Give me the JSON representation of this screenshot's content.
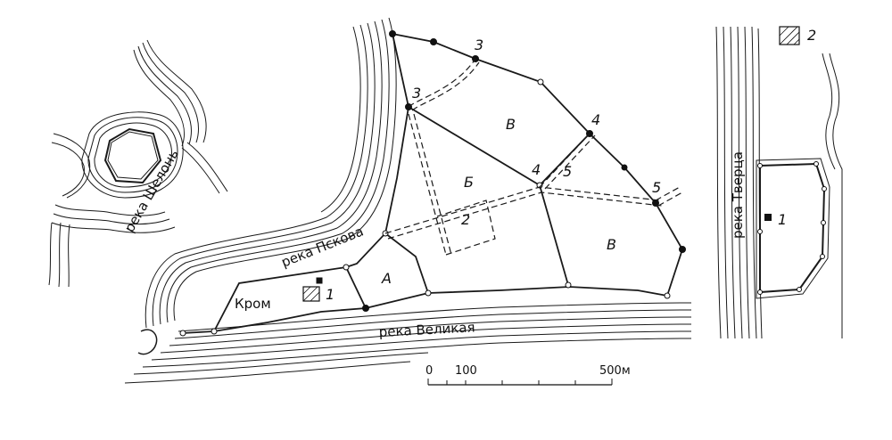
{
  "left_map": {
    "river_label": "река Шелонь"
  },
  "center_map": {
    "river_pskova_label": "река Псковa",
    "river_velikaya_label": "река Великая",
    "kremlin_label": "Кром",
    "zone_labels": {
      "a": "А",
      "b": "Б",
      "v_top": "В",
      "v_bottom": "В"
    },
    "wall_numbers": {
      "n3_top": "3",
      "n3_left": "3",
      "n4_upper": "4",
      "n4_center": "4",
      "n5_center": "5",
      "n5_right": "5",
      "n2": "2",
      "n1": "1"
    },
    "scale_bar": {
      "tick_0": "0",
      "tick_100": "100",
      "tick_500": "500м"
    }
  },
  "right_map": {
    "river_label": "река Тверца",
    "legend_1": "1",
    "legend_2": "2"
  },
  "colors": {
    "ink": "#1a1a1a",
    "background": "#ffffff"
  }
}
